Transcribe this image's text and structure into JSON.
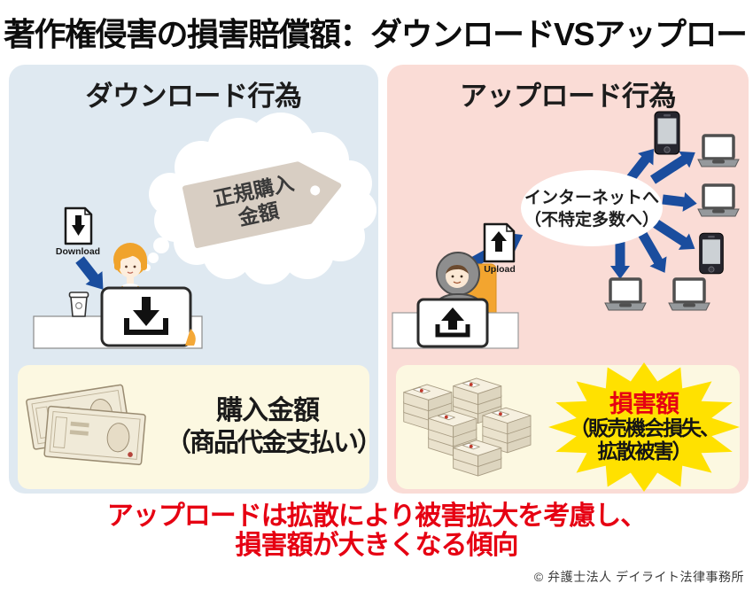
{
  "title": "著作権侵害の損害賠償額：ダウンロードVSアップロード",
  "download_panel": {
    "heading": "ダウンロード行為",
    "thought_tag": {
      "line1": "正規購入",
      "line2": "金額"
    },
    "download_label": "Download",
    "result": {
      "line1": "購入金額",
      "line2": "（商品代金支払い）"
    }
  },
  "upload_panel": {
    "heading": "アップロード行為",
    "internet": {
      "line1": "インターネットへ",
      "line2": "（不特定多数へ）"
    },
    "upload_label": "Upload",
    "result": {
      "headline": "損害額",
      "line1": "（販売機会損失、",
      "line2": "拡散被害）"
    }
  },
  "footer": {
    "note_line1": "アップロードは拡散により被害拡大を考慮し、",
    "note_line2": "損害額が大きくなる傾向"
  },
  "copyright": "© 弁護士法人 デイライト法律事務所",
  "colors": {
    "download_panel_bg": "#dfe9f1",
    "upload_panel_bg": "#fadcd6",
    "result_box_bg": "#fcf8e1",
    "arrow_blue": "#1a4d9e",
    "accent_red": "#e60012",
    "starburst_yellow": "#ffe100",
    "orange": "#f3a52f"
  }
}
